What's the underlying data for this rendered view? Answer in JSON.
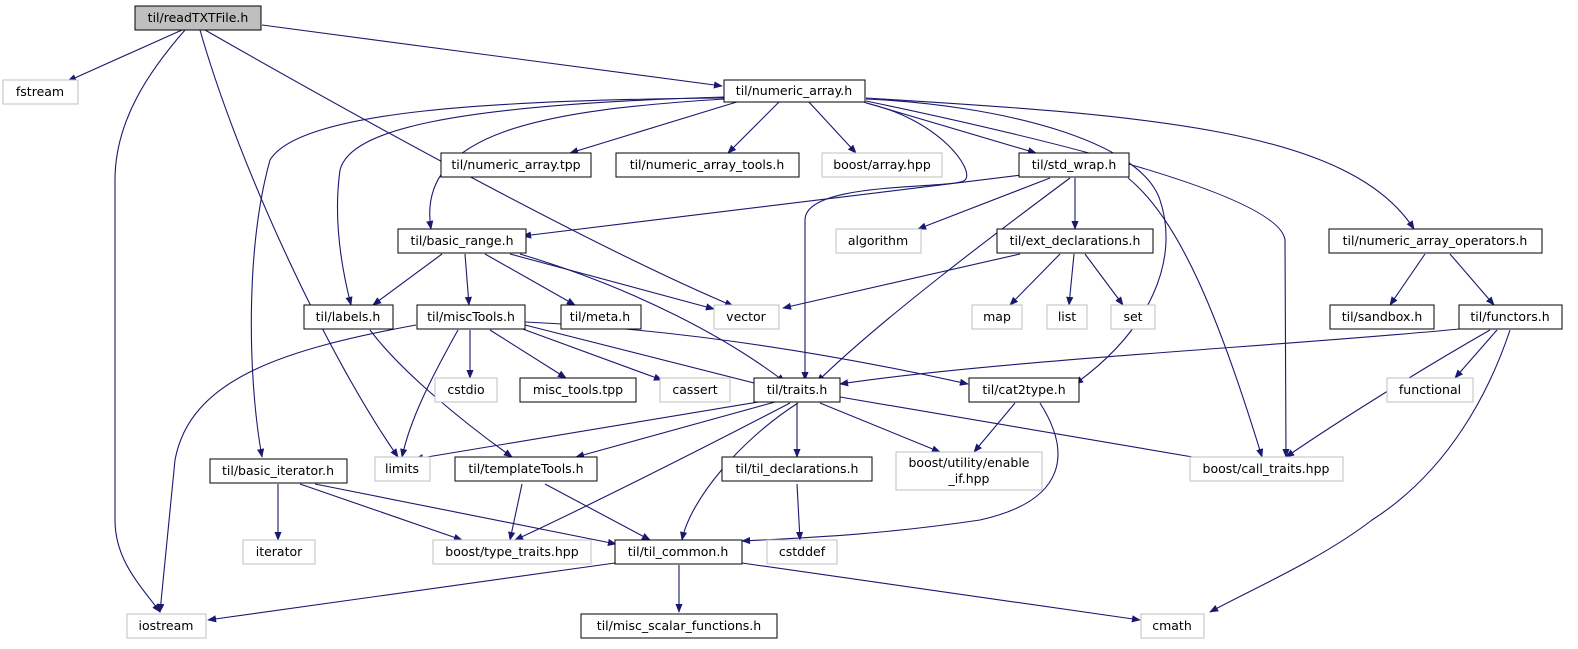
{
  "colors": {
    "root_fill": "#bfbfbf",
    "local_border": "#000000",
    "external_border": "#bfbfbf",
    "edge": "#191970",
    "background": "#ffffff"
  },
  "nodes": {
    "readTXTFile": {
      "label": "til/readTXTFile.h",
      "kind": "root"
    },
    "fstream": {
      "label": "fstream",
      "kind": "external"
    },
    "numeric_array": {
      "label": "til/numeric_array.h",
      "kind": "local"
    },
    "numeric_array_tpp": {
      "label": "til/numeric_array.tpp",
      "kind": "local"
    },
    "numeric_array_tools": {
      "label": "til/numeric_array_tools.h",
      "kind": "local"
    },
    "boost_array": {
      "label": "boost/array.hpp",
      "kind": "external"
    },
    "std_wrap": {
      "label": "til/std_wrap.h",
      "kind": "local"
    },
    "basic_range": {
      "label": "til/basic_range.h",
      "kind": "local"
    },
    "algorithm": {
      "label": "algorithm",
      "kind": "external"
    },
    "ext_declarations": {
      "label": "til/ext_declarations.h",
      "kind": "local"
    },
    "numeric_array_operators": {
      "label": "til/numeric_array_operators.h",
      "kind": "local"
    },
    "labels": {
      "label": "til/labels.h",
      "kind": "local"
    },
    "miscTools": {
      "label": "til/miscTools.h",
      "kind": "local"
    },
    "meta": {
      "label": "til/meta.h",
      "kind": "local"
    },
    "vector": {
      "label": "vector",
      "kind": "external"
    },
    "map": {
      "label": "map",
      "kind": "external"
    },
    "list": {
      "label": "list",
      "kind": "external"
    },
    "set": {
      "label": "set",
      "kind": "external"
    },
    "sandbox": {
      "label": "til/sandbox.h",
      "kind": "local"
    },
    "functors": {
      "label": "til/functors.h",
      "kind": "local"
    },
    "cstdio": {
      "label": "cstdio",
      "kind": "external"
    },
    "misc_tools_tpp": {
      "label": "misc_tools.tpp",
      "kind": "local"
    },
    "cassert": {
      "label": "cassert",
      "kind": "external"
    },
    "traits": {
      "label": "til/traits.h",
      "kind": "local"
    },
    "cat2type": {
      "label": "til/cat2type.h",
      "kind": "local"
    },
    "functional": {
      "label": "functional",
      "kind": "external"
    },
    "basic_iterator": {
      "label": "til/basic_iterator.h",
      "kind": "local"
    },
    "limits": {
      "label": "limits",
      "kind": "external"
    },
    "templateTools": {
      "label": "til/templateTools.h",
      "kind": "local"
    },
    "til_declarations": {
      "label": "til/til_declarations.h",
      "kind": "local"
    },
    "enable_if_1": {
      "label": "boost/utility/enable",
      "kind": "external"
    },
    "enable_if_2": {
      "label": "_if.hpp",
      "kind": "external"
    },
    "call_traits": {
      "label": "boost/call_traits.hpp",
      "kind": "external"
    },
    "iterator": {
      "label": "iterator",
      "kind": "external"
    },
    "type_traits": {
      "label": "boost/type_traits.hpp",
      "kind": "external"
    },
    "til_common": {
      "label": "til/til_common.h",
      "kind": "local"
    },
    "cstddef": {
      "label": "cstddef",
      "kind": "external"
    },
    "iostream": {
      "label": "iostream",
      "kind": "external"
    },
    "misc_scalar_functions": {
      "label": "til/misc_scalar_functions.h",
      "kind": "local"
    },
    "cmath": {
      "label": "cmath",
      "kind": "external"
    }
  }
}
